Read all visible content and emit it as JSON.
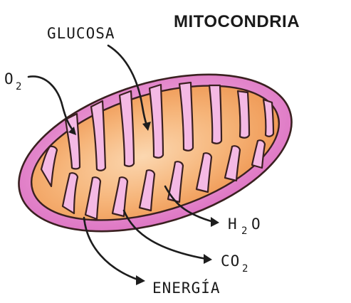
{
  "title": "MITOCONDRIA",
  "labels": {
    "glucose": "GLUCOSA",
    "oxygen": "O",
    "oxygen_sub": "2",
    "water_a": "H",
    "water_sub": "2",
    "water_b": "O",
    "co2": "CO",
    "co2_sub": "2",
    "energy": "ENERGÍA"
  },
  "colors": {
    "outer_membrane": "#e07ac6",
    "outer_membrane_light": "#f2b6e2",
    "matrix": "#f0a25e",
    "matrix_light": "#f8c99a",
    "outline": "#3a2020",
    "ink": "#1a1a1a"
  }
}
